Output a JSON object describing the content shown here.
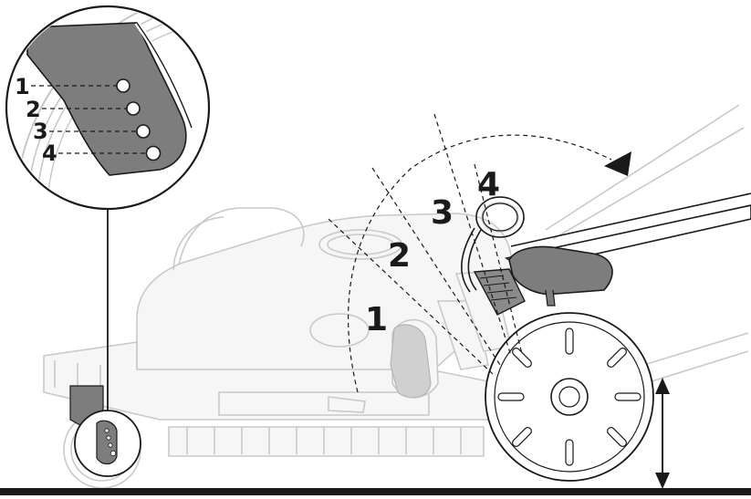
{
  "diagram": {
    "inset_labels": [
      "1",
      "2",
      "3",
      "4"
    ],
    "handle_labels": [
      "1",
      "2",
      "3",
      "4"
    ]
  }
}
